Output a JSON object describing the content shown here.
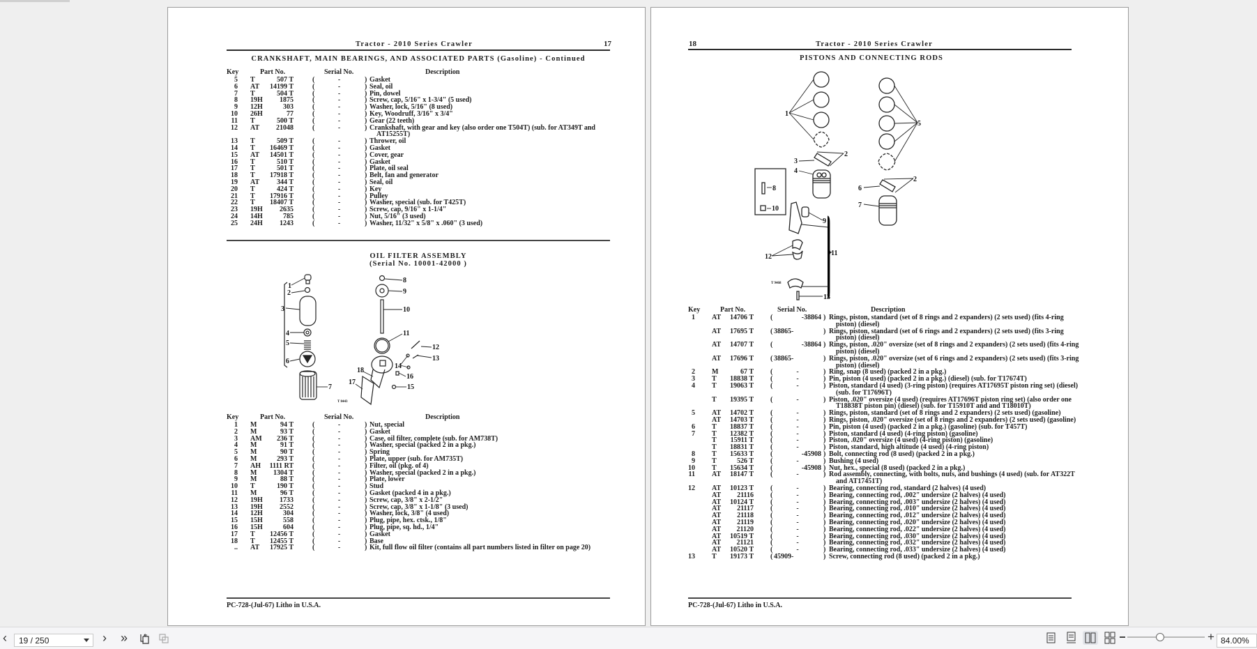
{
  "viewer": {
    "page_indicator": "19 / 250",
    "zoom_level": "84.00%",
    "icons": [
      "chevron-left-icon",
      "chevron-right-icon",
      "double-chevron-right-icon",
      "rotate-page-icon",
      "fit-page-icon",
      "single-page-view-icon",
      "continuous-view-icon",
      "two-page-view-icon",
      "two-page-continuous-view-icon",
      "zoom-out-icon",
      "zoom-in-icon"
    ]
  },
  "left_page": {
    "running_head": "Tractor - 2010 Series Crawler",
    "page_number": "17",
    "section_title": "CRANKSHAFT, MAIN BEARINGS, AND ASSOCIATED PARTS (Gasoline) - Continued",
    "headers": {
      "key": "Key",
      "part": "Part No.",
      "serial": "Serial No.",
      "description": "Description"
    },
    "rows": [
      {
        "key": "5",
        "prefix": "T",
        "number": "507 T",
        "serial": "-",
        "description": "Gasket"
      },
      {
        "key": "6",
        "prefix": "AT",
        "number": "14199 T",
        "serial": "-",
        "description": "Seal, oil"
      },
      {
        "key": "7",
        "prefix": "T",
        "number": "504 T",
        "serial": "-",
        "description": "Pin, dowel"
      },
      {
        "key": "8",
        "prefix": "19H",
        "number": "1875",
        "serial": "-",
        "description": "Screw, cap, 5/16\" x 1-3/4\" (5 used)"
      },
      {
        "key": "9",
        "prefix": "12H",
        "number": "303",
        "serial": "-",
        "description": "Washer, lock, 5/16\" (8 used)"
      },
      {
        "key": "10",
        "prefix": "26H",
        "number": "77",
        "serial": "-",
        "description": "Key, Woodruff, 3/16\" x 3/4\""
      },
      {
        "key": "11",
        "prefix": "T",
        "number": "500 T",
        "serial": "-",
        "description": "Gear (22 teeth)"
      },
      {
        "key": "12",
        "prefix": "AT",
        "number": "21048",
        "serial": "-",
        "description": "Crankshaft, with gear and key (also order one T504T) (sub. for AT349T and AT15255T)"
      },
      {
        "key": "13",
        "prefix": "T",
        "number": "509 T",
        "serial": "-",
        "description": "Thrower, oil"
      },
      {
        "key": "14",
        "prefix": "T",
        "number": "16469 T",
        "serial": "-",
        "description": "Gasket"
      },
      {
        "key": "15",
        "prefix": "AT",
        "number": "14501 T",
        "serial": "-",
        "description": "Cover, gear"
      },
      {
        "key": "16",
        "prefix": "T",
        "number": "510 T",
        "serial": "-",
        "description": "Gasket"
      },
      {
        "key": "17",
        "prefix": "T",
        "number": "501 T",
        "serial": "-",
        "description": "Plate, oil seal"
      },
      {
        "key": "18",
        "prefix": "T",
        "number": "17918 T",
        "serial": "-",
        "description": "Belt, fan and generator"
      },
      {
        "key": "19",
        "prefix": "AT",
        "number": "344 T",
        "serial": "-",
        "description": "Seal, oil"
      },
      {
        "key": "20",
        "prefix": "T",
        "number": "424 T",
        "serial": "-",
        "description": "Key"
      },
      {
        "key": "21",
        "prefix": "T",
        "number": "17916 T",
        "serial": "-",
        "description": "Pulley"
      },
      {
        "key": "22",
        "prefix": "T",
        "number": "18407 T",
        "serial": "-",
        "description": "Washer, special (sub. for T425T)"
      },
      {
        "key": "23",
        "prefix": "19H",
        "number": "2635",
        "serial": "-",
        "description": "Screw, cap, 9/16\" x 1-1/4\""
      },
      {
        "key": "24",
        "prefix": "14H",
        "number": "785",
        "serial": "-",
        "description": "Nut, 5/16\" (3 used)"
      },
      {
        "key": "25",
        "prefix": "24H",
        "number": "1243",
        "serial": "-",
        "description": "Washer, 11/32\" x 5/8\" x .060\" (3 used)"
      }
    ],
    "oil_filter": {
      "title": "OIL FILTER ASSEMBLY",
      "subtitle": "(Serial No.  10001-42000 )",
      "figure_code": "T 8443",
      "callouts": [
        "1",
        "2",
        "3",
        "4",
        "5",
        "6",
        "7",
        "8",
        "9",
        "10",
        "11",
        "12",
        "13",
        "14",
        "15",
        "16",
        "17",
        "18"
      ],
      "rows": [
        {
          "key": "1",
          "prefix": "M",
          "number": "94 T",
          "serial": "-",
          "description": "Nut, special"
        },
        {
          "key": "2",
          "prefix": "M",
          "number": "93 T",
          "serial": "-",
          "description": "Gasket"
        },
        {
          "key": "3",
          "prefix": "AM",
          "number": "236 T",
          "serial": "-",
          "description": "Case, oil filter, complete (sub. for AM738T)"
        },
        {
          "key": "4",
          "prefix": "M",
          "number": "91 T",
          "serial": "-",
          "description": "Washer, special (packed 2 in a pkg.)"
        },
        {
          "key": "5",
          "prefix": "M",
          "number": "90 T",
          "serial": "-",
          "description": "Spring"
        },
        {
          "key": "6",
          "prefix": "M",
          "number": "293 T",
          "serial": "-",
          "description": "Plate, upper (sub. for AM735T)"
        },
        {
          "key": "7",
          "prefix": "AH",
          "number": "1111 RT",
          "serial": "-",
          "description": "Filter, oil (pkg. of 4)"
        },
        {
          "key": "8",
          "prefix": "M",
          "number": "1304 T",
          "serial": "-",
          "description": "Washer, special (packed 2 in a pkg.)"
        },
        {
          "key": "9",
          "prefix": "M",
          "number": "88 T",
          "serial": "-",
          "description": "Plate, lower"
        },
        {
          "key": "10",
          "prefix": "T",
          "number": "190 T",
          "serial": "-",
          "description": "Stud"
        },
        {
          "key": "11",
          "prefix": "M",
          "number": "96 T",
          "serial": "-",
          "description": "Gasket (packed 4 in a pkg.)"
        },
        {
          "key": "12",
          "prefix": "19H",
          "number": "1733",
          "serial": "-",
          "description": "Screw, cap, 3/8\" x 2-1/2\""
        },
        {
          "key": "13",
          "prefix": "19H",
          "number": "2552",
          "serial": "-",
          "description": "Screw, cap, 3/8\" x 1-1/8\" (3 used)"
        },
        {
          "key": "14",
          "prefix": "12H",
          "number": "304",
          "serial": "-",
          "description": "Washer, lock, 3/8\" (4 used)"
        },
        {
          "key": "15",
          "prefix": "15H",
          "number": "558",
          "serial": "-",
          "description": "Plug, pipe, hex. ctsk., 1/8\""
        },
        {
          "key": "16",
          "prefix": "15H",
          "number": "604",
          "serial": "-",
          "description": "Plug, pipe, sq. hd., 1/4\""
        },
        {
          "key": "17",
          "prefix": "T",
          "number": "12456 T",
          "serial": "-",
          "description": "Gasket"
        },
        {
          "key": "18",
          "prefix": "T",
          "number": "12455 T",
          "serial": "-",
          "description": "Base"
        },
        {
          "key": "..",
          "prefix": "AT",
          "number": "17925 T",
          "serial": "-",
          "description": "Kit, full flow oil filter (contains all part numbers listed in filter on page 20)"
        }
      ]
    },
    "footer": "PC-728-(Jul-67) Litho in U.S.A."
  },
  "right_page": {
    "running_head": "Tractor - 2010 Series Crawler",
    "page_number": "18",
    "section_title": "PISTONS AND CONNECTING RODS",
    "figure_code": "T 9468",
    "callouts": [
      "1",
      "2",
      "3",
      "4",
      "5",
      "2",
      "6",
      "7",
      "8",
      "10",
      "9",
      "11",
      "12",
      "13"
    ],
    "headers": {
      "key": "Key",
      "part": "Part No.",
      "serial": "Serial No.",
      "description": "Description"
    },
    "rows": [
      {
        "key": "1",
        "prefix": "AT",
        "number": "14706 T",
        "serial": "-38864",
        "description": "Rings, piston, standard (set of 8 rings and 2 expanders) (2 sets used) (fits 4-ring piston) (diesel)"
      },
      {
        "key": "",
        "prefix": "AT",
        "number": "17695 T",
        "serial": "38865-",
        "description": "Rings, piston, standard (set of 6 rings and 2 expanders) (2 sets used) (fits 3-ring piston) (diesel)"
      },
      {
        "key": "",
        "prefix": "AT",
        "number": "14707 T",
        "serial": "-38864",
        "description": "Rings, piston, .020\" oversize (set of 8 rings and 2 expanders) (2 sets used) (fits 4-ring piston) (diesel)"
      },
      {
        "key": "",
        "prefix": "AT",
        "number": "17696 T",
        "serial": "38865-",
        "description": "Rings, piston, .020\" oversize (set of 6 rings and 2 expanders) (2 sets used) (fits 3-ring piston) (diesel)"
      },
      {
        "key": "2",
        "prefix": "M",
        "number": "67 T",
        "serial": "-",
        "description": "Ring, snap (8 used) (packed 2 in a pkg.)"
      },
      {
        "key": "3",
        "prefix": "T",
        "number": "18838 T",
        "serial": "-",
        "description": "Pin, piston (4 used) (packed 2 in a pkg.) (diesel) (sub. for T17674T)"
      },
      {
        "key": "4",
        "prefix": "T",
        "number": "19063 T",
        "serial": "-",
        "description": "Piston, standard (4 used) (3-ring piston) (requires AT17695T piston ring set) (diesel) (sub. for T17696T)"
      },
      {
        "key": "",
        "prefix": "T",
        "number": "19395 T",
        "serial": "-",
        "description": "Piston, .020\" oversize (4 used) (requires AT17696T piston ring set) (also order one T18838T piston pin) (diesel) (sub. for T15910T and and T18010T)"
      },
      {
        "key": "5",
        "prefix": "AT",
        "number": "14702 T",
        "serial": "-",
        "description": "Rings, piston, standard (set of 8 rings and 2 expanders) (2 sets used) (gasoline)"
      },
      {
        "key": "",
        "prefix": "AT",
        "number": "14703 T",
        "serial": "-",
        "description": "Rings, piston, .020\" oversize (set of 8 rings and 2 expanders) (2 sets used) (gasoline)"
      },
      {
        "key": "6",
        "prefix": "T",
        "number": "18837 T",
        "serial": "-",
        "description": "Pin, piston (4 used) (packed 2 in a pkg.) (gasoline) (sub. for T457T)"
      },
      {
        "key": "7",
        "prefix": "T",
        "number": "12382 T",
        "serial": "-",
        "description": "Piston, standard (4 used) (4-ring piston) (gasoline)"
      },
      {
        "key": "",
        "prefix": "T",
        "number": "15911 T",
        "serial": "-",
        "description": "Piston, .020\" oversize (4 used) (4-ring piston) (gasoline)"
      },
      {
        "key": "",
        "prefix": "T",
        "number": "18831 T",
        "serial": "-",
        "description": "Piston, standard, high altitude (4 used) (4-ring piston)"
      },
      {
        "key": "8",
        "prefix": "T",
        "number": "15633 T",
        "serial": "-45908",
        "description": "Bolt, connecting rod (8 used) (packed 2 in a pkg.)"
      },
      {
        "key": "9",
        "prefix": "T",
        "number": "526 T",
        "serial": "-",
        "description": "Bushing (4 used)"
      },
      {
        "key": "10",
        "prefix": "T",
        "number": "15634 T",
        "serial": "-45908",
        "description": "Nut, hex., special (8 used) (packed 2 in a pkg.)"
      },
      {
        "key": "11",
        "prefix": "AT",
        "number": "18147 T",
        "serial": "-",
        "description": "Rod assembly, connecting, with bolts, nuts, and bushings (4 used) (sub. for AT322T and AT17451T)"
      },
      {
        "key": "12",
        "prefix": "AT",
        "number": "10123 T",
        "serial": "-",
        "description": "Bearing, connecting rod, standard (2 halves) (4 used)"
      },
      {
        "key": "",
        "prefix": "AT",
        "number": "21116",
        "serial": "-",
        "description": "Bearing, connecting rod, .002\" undersize (2 halves) (4 used)"
      },
      {
        "key": "",
        "prefix": "AT",
        "number": "10124 T",
        "serial": "-",
        "description": "Bearing, connecting rod, .003\" undersize (2 halves) (4 used)"
      },
      {
        "key": "",
        "prefix": "AT",
        "number": "21117",
        "serial": "-",
        "description": "Bearing, connecting rod, .010\" undersize (2 halves) (4 used)"
      },
      {
        "key": "",
        "prefix": "AT",
        "number": "21118",
        "serial": "-",
        "description": "Bearing, connecting rod, .012\" undersize (2 halves) (4 used)"
      },
      {
        "key": "",
        "prefix": "AT",
        "number": "21119",
        "serial": "-",
        "description": "Bearing, connecting rod, .020\" undersize (2 halves) (4 used)"
      },
      {
        "key": "",
        "prefix": "AT",
        "number": "21120",
        "serial": "-",
        "description": "Bearing, connecting rod, .022\" undersize (2 halves) (4 used)"
      },
      {
        "key": "",
        "prefix": "AT",
        "number": "10519 T",
        "serial": "-",
        "description": "Bearing, connecting rod, .030\" undersize (2 halves) (4 used)"
      },
      {
        "key": "",
        "prefix": "AT",
        "number": "21121",
        "serial": "-",
        "description": "Bearing, connecting rod, .032\" undersize (2 halves) (4 used)"
      },
      {
        "key": "",
        "prefix": "AT",
        "number": "10520 T",
        "serial": "-",
        "description": "Bearing, connecting rod, .033\" undersize (2 halves) (4 used)"
      },
      {
        "key": "13",
        "prefix": "T",
        "number": "19173 T",
        "serial": "45909-",
        "description": "Screw, connecting rod (8 used) (packed 2 in a pkg.)"
      }
    ],
    "footer": "PC-728-(Jul-67) Litho in U.S.A."
  }
}
